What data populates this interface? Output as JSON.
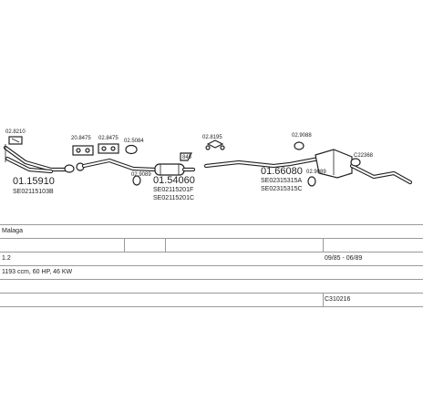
{
  "diagram": {
    "parts": [
      {
        "code": "01.15910",
        "ref": "SE02115103B"
      },
      {
        "code": "01.54060",
        "ref": "SE02115201F",
        "ref2": "SE02115201C"
      },
      {
        "code": "01.66080",
        "ref": "SE02315315A",
        "ref2": "SE02315315C"
      }
    ],
    "accessories": {
      "a1": "02.8210",
      "a2": "20.8475",
      "a3": "02.8475",
      "a4": "02.5084",
      "a5": "02.9089",
      "a6": "02.8195",
      "a7": "02.9088",
      "a8": "02.9089",
      "a9": "C22368"
    },
    "small_label": "845"
  },
  "vehicle": {
    "model": "Malaga",
    "engine": "1.2",
    "production": "09/85 - 06/89",
    "spec": "1193 ccm, 60 HP, 46 KW",
    "catalog_code": "C310216"
  }
}
